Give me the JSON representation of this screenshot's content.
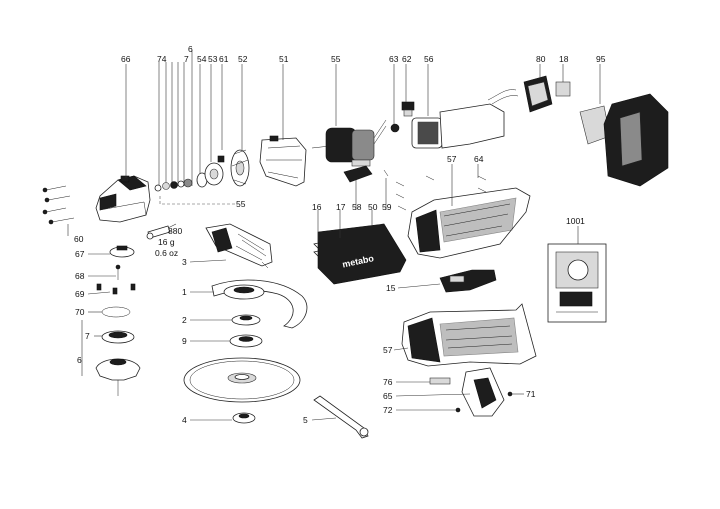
{
  "callouts": {
    "c66": "66",
    "c74": "74",
    "c6top": "6",
    "c7top": "7",
    "c54": "54",
    "c53": "53",
    "c61": "61",
    "c52": "52",
    "c51": "51",
    "c55": "55",
    "c63": "63",
    "c62": "62",
    "c56": "56",
    "c80": "80",
    "c18": "18",
    "c95": "95",
    "c55mid": "55",
    "c880": "880",
    "c16": "16",
    "c17": "17",
    "c58": "58",
    "c50": "50",
    "c59": "59",
    "c57a": "57",
    "c64": "64",
    "c60": "60",
    "c67": "67",
    "c3": "3",
    "c68": "68",
    "c69": "69",
    "c1": "1",
    "c70": "70",
    "c2": "2",
    "c7": "7",
    "c9": "9",
    "c6": "6",
    "c15": "15",
    "c57b": "57",
    "c76": "76",
    "c65": "65",
    "c71": "71",
    "c72": "72",
    "c4": "4",
    "c5": "5",
    "c1001": "1001"
  },
  "grease_note": {
    "weight_g": "16 g",
    "weight_oz": "0.6 oz"
  },
  "brand_text": "metabo"
}
